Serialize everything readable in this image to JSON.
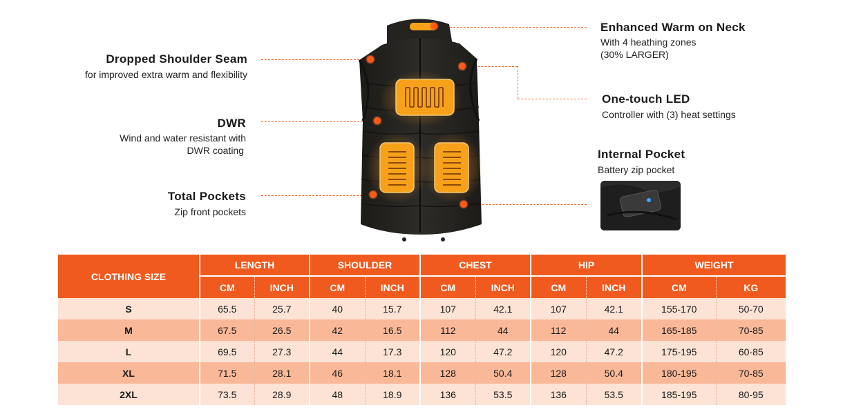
{
  "features": {
    "neck": {
      "title": "Enhanced Warm on Neck",
      "line1": "With 4 heathing zones",
      "line2": "(30% LARGER)"
    },
    "shoulder": {
      "title": "Dropped Shoulder Seam",
      "desc": "for improved extra warm and flexibility"
    },
    "led": {
      "title": "One-touch LED",
      "desc": "Controller with (3) heat settings"
    },
    "dwr": {
      "title": "DWR",
      "line1": "Wind and water resistant with",
      "line2": "DWR coating"
    },
    "internal_pocket": {
      "title": "Internal Pocket",
      "desc": "Battery zip pocket"
    },
    "total_pockets": {
      "title": "Total Pockets",
      "desc": "Zip front pockets"
    }
  },
  "table": {
    "size_header": "CLOTHING SIZE",
    "groups": [
      "LENGTH",
      "SHOULDER",
      "CHEST",
      "HIP",
      "WEIGHT"
    ],
    "subheaders": [
      "CM",
      "INCH",
      "CM",
      "INCH",
      "CM",
      "INCH",
      "CM",
      "INCH",
      "CM",
      "KG"
    ],
    "rows": [
      {
        "size": "S",
        "cells": [
          "65.5",
          "25.7",
          "40",
          "15.7",
          "107",
          "42.1",
          "107",
          "42.1",
          "155-170",
          "50-70"
        ]
      },
      {
        "size": "M",
        "cells": [
          "67.5",
          "26.5",
          "42",
          "16.5",
          "112",
          "44",
          "112",
          "44",
          "165-185",
          "70-85"
        ]
      },
      {
        "size": "L",
        "cells": [
          "69.5",
          "27.3",
          "44",
          "17.3",
          "120",
          "47.2",
          "120",
          "47.2",
          "175-195",
          "60-85"
        ]
      },
      {
        "size": "XL",
        "cells": [
          "71.5",
          "28.1",
          "46",
          "18.1",
          "128",
          "50.4",
          "128",
          "50.4",
          "180-195",
          "70-85"
        ]
      },
      {
        "size": "2XL",
        "cells": [
          "73.5",
          "28.9",
          "48",
          "18.9",
          "136",
          "53.5",
          "136",
          "53.5",
          "185-195",
          "80-95"
        ]
      }
    ]
  },
  "colors": {
    "accent": "#f05a1e",
    "row_light": "#fde3d5",
    "row_dark": "#f9b898",
    "heat_pad": "#f7a11a"
  }
}
